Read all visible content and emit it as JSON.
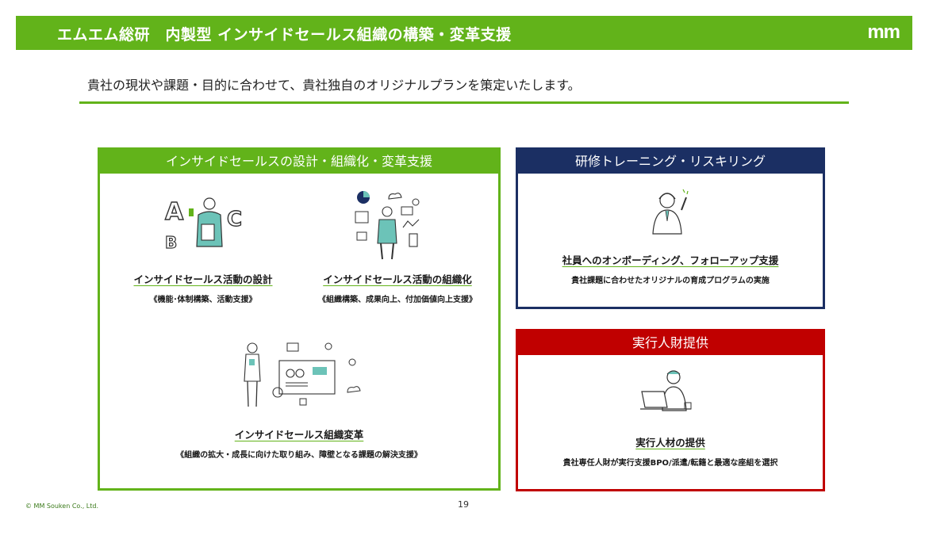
{
  "header": {
    "title": "エムエム総研　内製型 インサイドセールス組織の構築・変革支援",
    "logo": "mm"
  },
  "subtitle": "貴社の現状や課題・目的に合わせて、貴社独自のオリジナルプランを策定いたします。",
  "left_box": {
    "header": "インサイドセールスの設計・組織化・変革支援",
    "items": [
      {
        "title": "インサイドセールス活動の設計",
        "desc": "《機能･体制構築、活動支援》"
      },
      {
        "title": "インサイドセールス活動の組織化",
        "desc": "《組織構築、成果向上、付加価値向上支援》"
      },
      {
        "title": "インサイドセールス組織変革",
        "desc": "《組織の拡大・成長に向けた取り組み、障壁となる課題の解決支援》"
      }
    ]
  },
  "training_box": {
    "header": "研修トレーニング・リスキリング",
    "title": "社員へのオンボーディング、フォローアップ支援",
    "desc": "貴社課題に合わせたオリジナルの育成プログラムの実施"
  },
  "staff_box": {
    "header": "実行人財提供",
    "title": "実行人材の提供",
    "desc": "貴社専任人財が実行支援BPO/派遣/転籍と最適な座組を選択"
  },
  "footer": {
    "copyright": "© MM Souken Co., Ltd.",
    "page": "19"
  },
  "colors": {
    "green": "#62b31a",
    "navy": "#1b2f63",
    "red": "#c00000",
    "teal": "#6cc3b8"
  }
}
